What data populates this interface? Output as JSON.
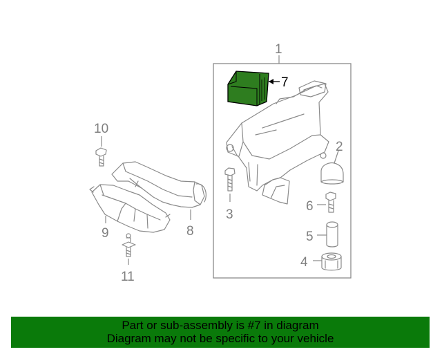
{
  "diagram": {
    "callouts": {
      "c1": "1",
      "c2": "2",
      "c3": "3",
      "c4": "4",
      "c5": "5",
      "c6": "6",
      "c7": "7",
      "c8": "8",
      "c9": "9",
      "c10": "10",
      "c11": "11"
    },
    "highlight_color": "#2e7d1f"
  },
  "banner": {
    "line1": "Part or sub-assembly is #7 in diagram",
    "line2": "Diagram may not be specific to your vehicle",
    "color": "#0a7a0a"
  }
}
